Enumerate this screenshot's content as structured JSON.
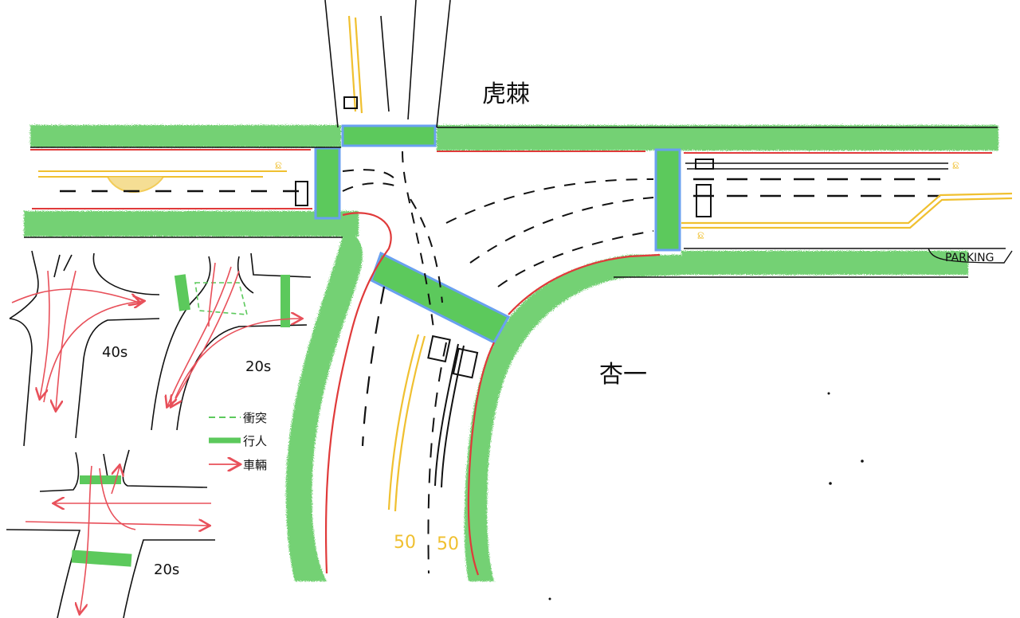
{
  "labels": {
    "north_road": "虎棘",
    "southeast_area": "杏一",
    "parking": "PARKING",
    "speed_left": "50",
    "speed_right": "50"
  },
  "phases": [
    {
      "duration": "40s"
    },
    {
      "duration": "20s"
    },
    {
      "duration": "20s"
    }
  ],
  "legend": {
    "conflict": "衝突",
    "pedestrian": "行人",
    "vehicle": "車輛"
  },
  "colors": {
    "sidewalk_green": "#5cc95c",
    "crosswalk_blue": "#6aa0f0",
    "curb_red": "#e03a3a",
    "center_yellow": "#f0c030",
    "lane_black": "#111111",
    "vehicle_red": "#e8505a"
  }
}
